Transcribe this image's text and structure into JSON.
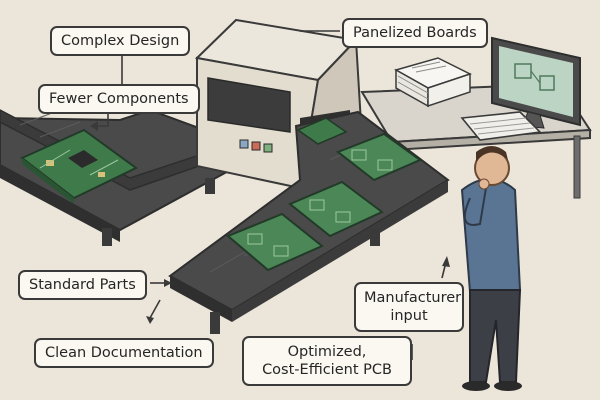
{
  "labels": {
    "complex_design": "Complex Design",
    "fewer_components": "Fewer Components",
    "panelized_boards": "Panelized Boards",
    "standard_parts": "Standard Parts",
    "clean_documentation": "Clean Documentation",
    "manufacturer_input": [
      "Manufacturer",
      "input"
    ],
    "optimized_pcb": [
      "Optimized,",
      "Cost-Efficient PCB"
    ]
  },
  "colors": {
    "background": "#ece6da",
    "pcb_green": "#3f7a4a",
    "conveyor": "#454545",
    "machine_body": "#e3ddd0",
    "shirt": "#5a7594",
    "trousers": "#3d3f46"
  }
}
